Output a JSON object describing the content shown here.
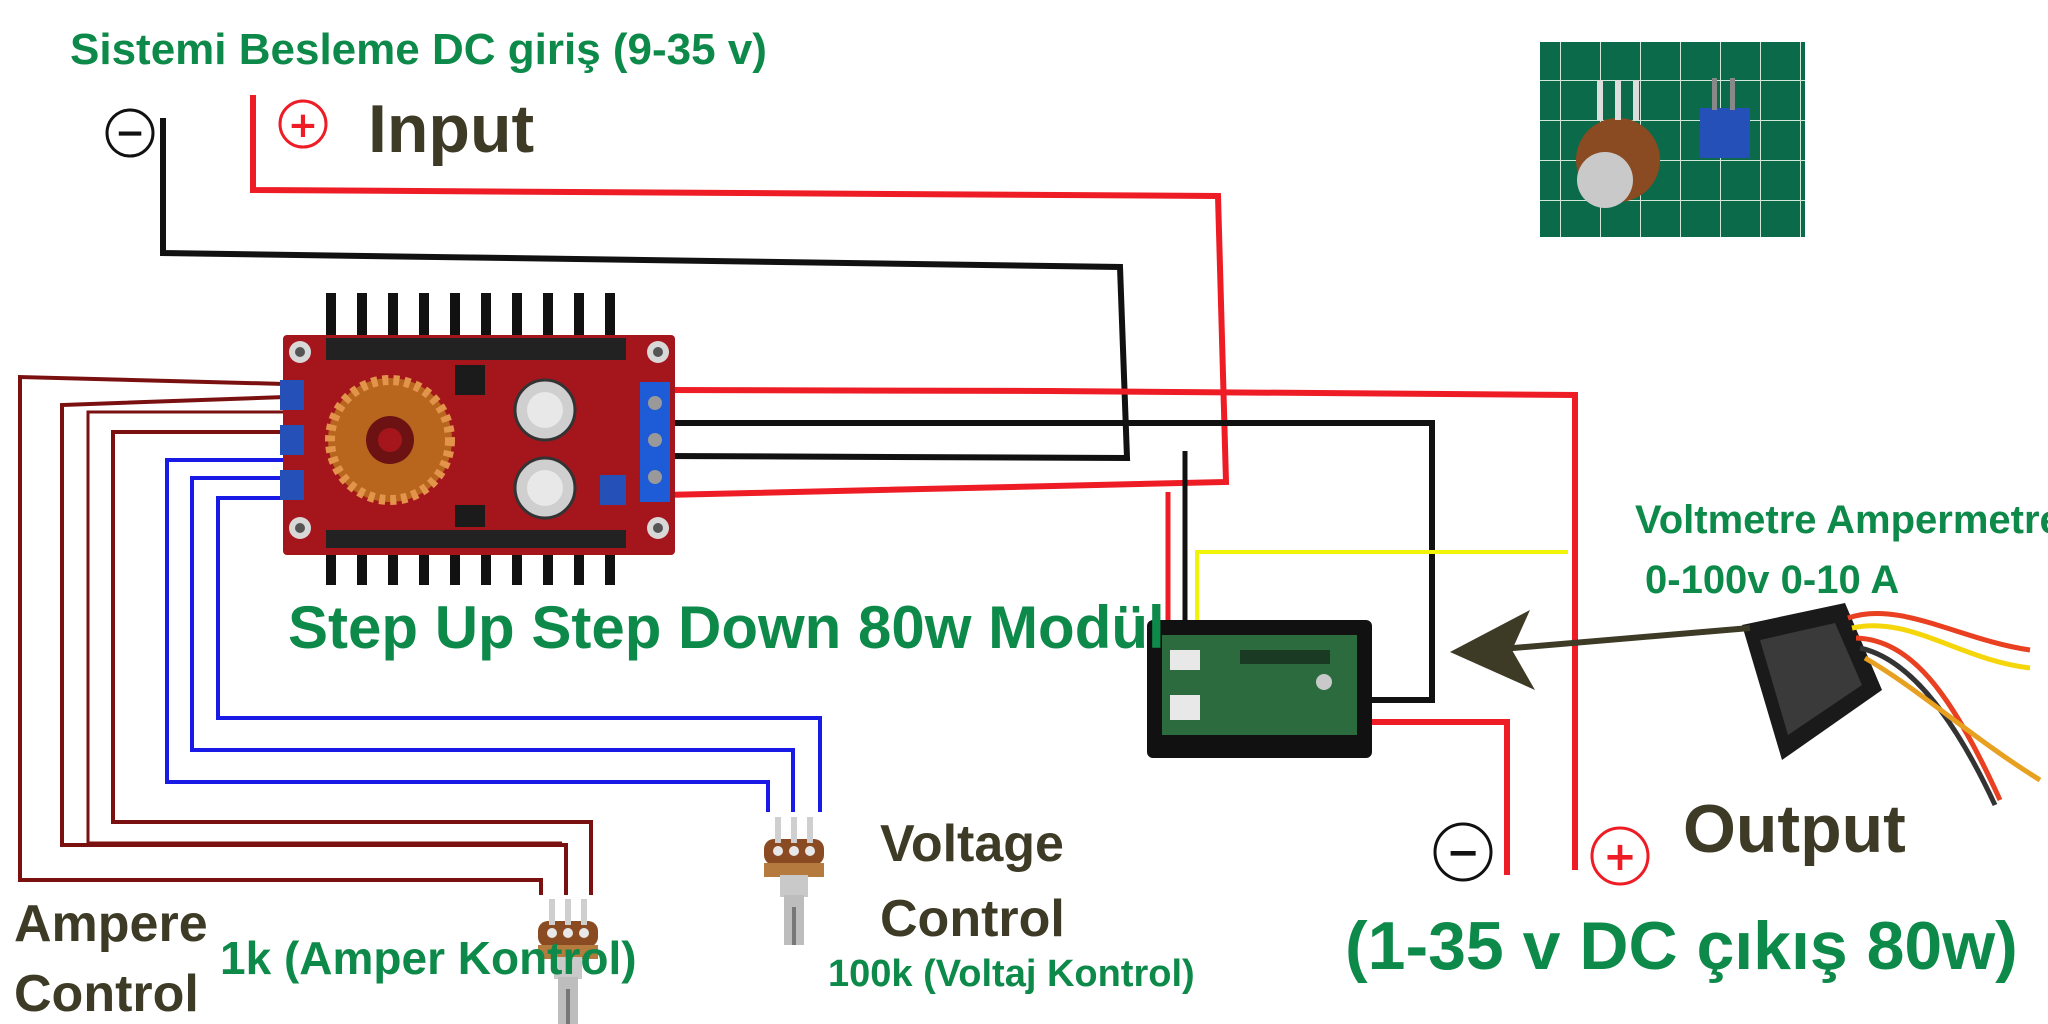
{
  "labels": {
    "supply": "Sistemi Besleme DC giriş (9-35 v)",
    "input": "Input",
    "module": "Step Up Step Down 80w Modül",
    "meter_line1": "Voltmetre Ampermetre",
    "meter_line2": "0-100v 0-10 A",
    "output": "Output",
    "output_spec": "(1-35 v DC çıkış 80w)",
    "voltage_line1": "Voltage",
    "voltage_line2": "Control",
    "voltage_pot": "100k (Voltaj Kontrol)",
    "ampere_line1": "Ampere",
    "ampere_line2": "Control",
    "ampere_pot": "1k (Amper Kontrol)"
  },
  "symbols": {
    "minus": "−",
    "plus": "+"
  },
  "colors": {
    "wire_red": "#ee1c25",
    "wire_black": "#111111",
    "wire_blue": "#1a1ae6",
    "wire_darkred": "#7a1010",
    "wire_yellow": "#f2f20a",
    "label_green": "#0d8a4a",
    "label_olive": "#3d3a26",
    "pcb_red": "#a5161c",
    "pot_blue": "#2450b8"
  },
  "icons": [
    "minus-icon",
    "plus-icon",
    "potentiometer-icon",
    "trimmer-icon",
    "inductor-icon",
    "capacitor-icon",
    "meter-icon",
    "arrow-icon"
  ]
}
